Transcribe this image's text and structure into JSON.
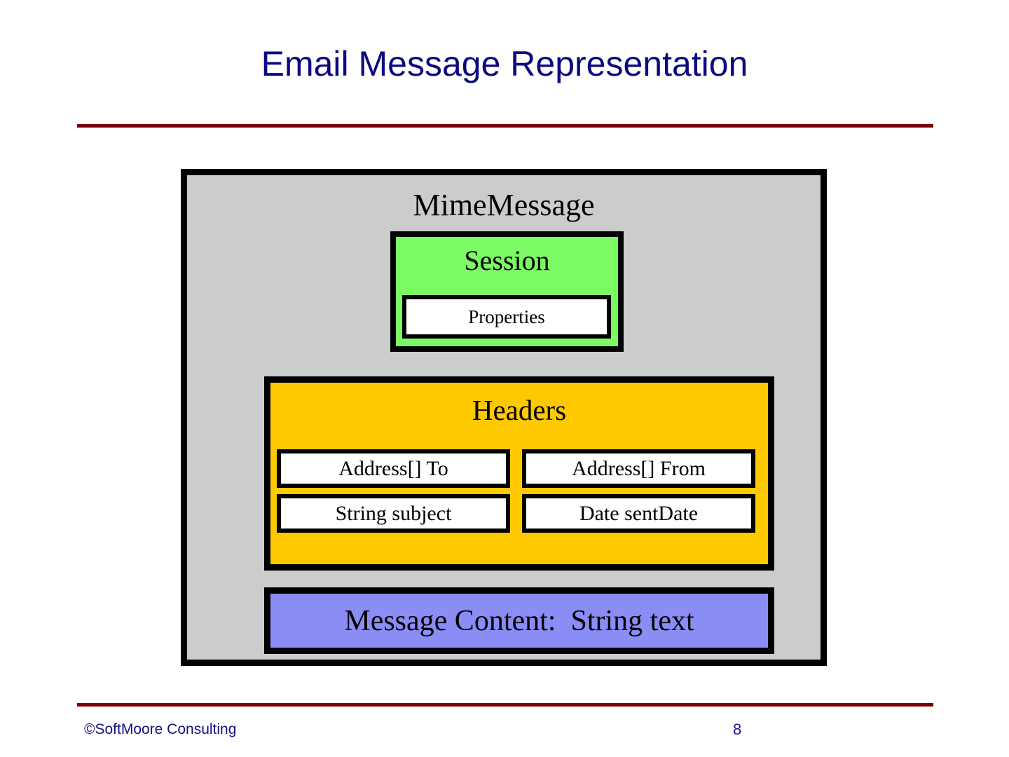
{
  "slide": {
    "title": "Email Message Representation",
    "page_number": "8",
    "copyright": "©SoftMoore Consulting"
  },
  "colors": {
    "title_text": "#0A0A7E",
    "rule": "#7B0007",
    "outer_box_fill": "#CCCCCC",
    "session_fill": "#7CFA63",
    "headers_fill": "#FFC900",
    "message_content_fill": "#8C8CF5",
    "field_fill": "#FFFFFF",
    "border": "#000000",
    "footer_text": "#121282"
  },
  "diagram": {
    "outer": {
      "label": "MimeMessage"
    },
    "session": {
      "label": "Session",
      "properties_label": "Properties"
    },
    "headers": {
      "label": "Headers",
      "fields": [
        {
          "label": "Address[] To"
        },
        {
          "label": "Address[] From"
        },
        {
          "label": "String subject"
        },
        {
          "label": "Date sentDate"
        }
      ]
    },
    "message_content": {
      "label": "Message Content:  String text"
    }
  }
}
